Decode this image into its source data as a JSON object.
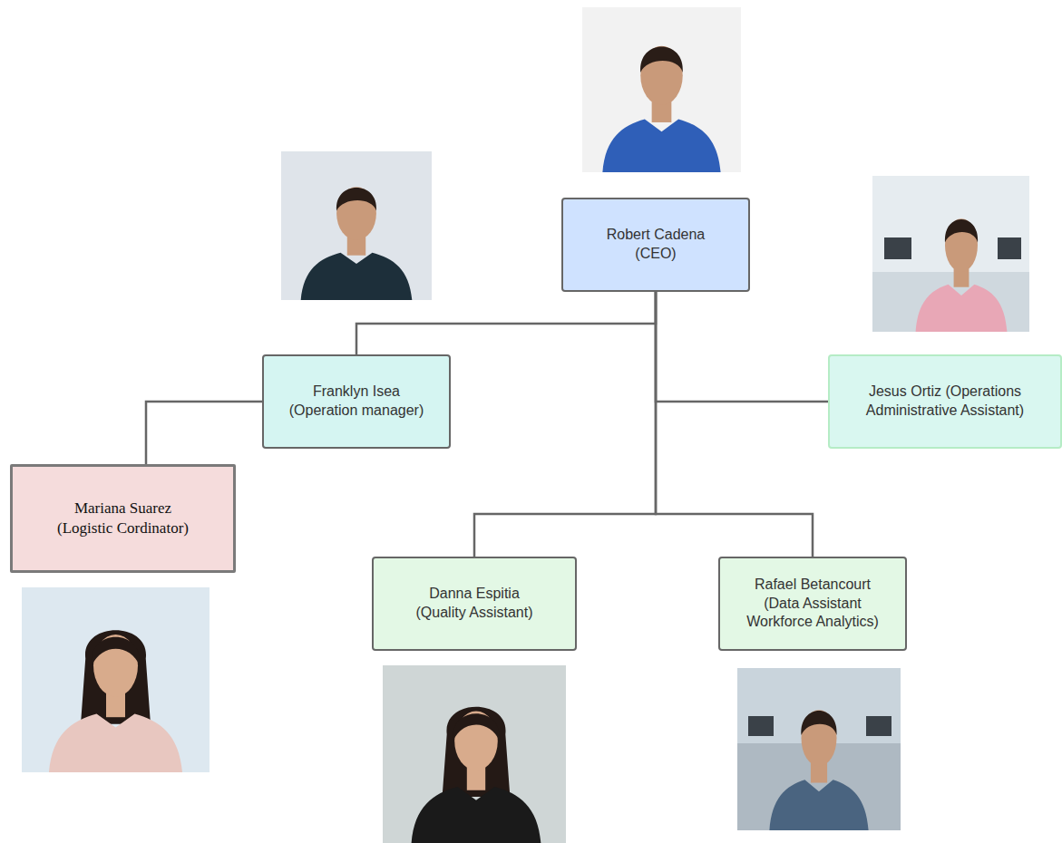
{
  "diagram": {
    "nodes": [
      {
        "text": [
          "Robert Cadena (CEO)"
        ]
      },
      {
        "text": [
          "Franklyn Isea (Operation manager)"
        ]
      },
      {
        "text": [
          "Jesus Ortiz (Operations Administrative Assistant)"
        ]
      },
      {
        "text": [
          "Mariana Suarez (Logistic Cordinator)"
        ]
      },
      {
        "text": [
          "Danna Espitia (Quality Assistant)"
        ]
      },
      {
        "text": [
          "Rafael Betancourt (Data Assistant Workforce Analytics)"
        ]
      }
    ],
    "edges": [
      {
        "from": 0,
        "to": 1,
        "arrow": "none"
      },
      {
        "from": 0,
        "to": 2,
        "arrow": "none"
      },
      {
        "from": 0,
        "to": 4,
        "arrow": "none"
      },
      {
        "from": 0,
        "to": 5,
        "arrow": "none"
      },
      {
        "from": 1,
        "to": 3,
        "arrow": "none"
      }
    ]
  }
}
